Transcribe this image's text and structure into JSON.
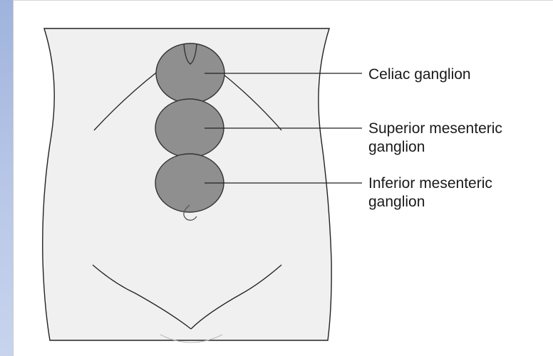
{
  "labels": {
    "celiac": [
      "Celiac ganglion"
    ],
    "superior": [
      "Superior mesenteric",
      "ganglion"
    ],
    "inferior": [
      "Inferior mesenteric",
      "ganglion"
    ]
  },
  "colors": {
    "body_fill": "#f0f0f0",
    "body_outline": "#222222",
    "ganglion_fill": "#8f8f8f",
    "ganglion_outline": "#333333",
    "leader_line": "#222222",
    "backdrop": "#b3c3e6"
  }
}
